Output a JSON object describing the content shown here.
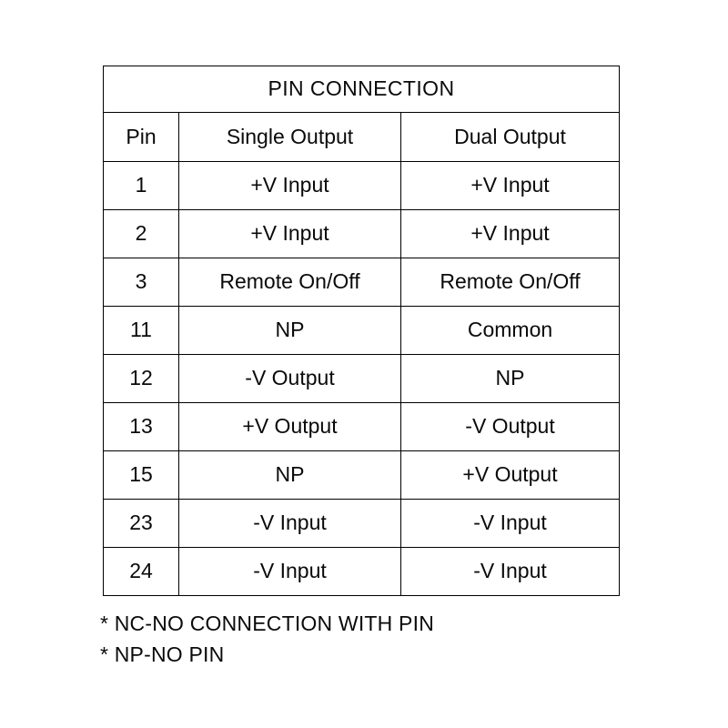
{
  "table": {
    "title": "PIN CONNECTION",
    "columns": [
      "Pin",
      "Single Output",
      "Dual Output"
    ],
    "rows": [
      {
        "pin": "1",
        "single": "+V Input",
        "dual": "+V Input"
      },
      {
        "pin": "2",
        "single": "+V Input",
        "dual": "+V Input"
      },
      {
        "pin": "3",
        "single": "Remote On/Off",
        "dual": "Remote On/Off"
      },
      {
        "pin": "11",
        "single": "NP",
        "dual": "Common"
      },
      {
        "pin": "12",
        "single": "-V Output",
        "dual": "NP"
      },
      {
        "pin": "13",
        "single": "+V Output",
        "dual": "-V Output"
      },
      {
        "pin": "15",
        "single": "NP",
        "dual": "+V Output"
      },
      {
        "pin": "23",
        "single": "-V Input",
        "dual": "-V Input"
      },
      {
        "pin": "24",
        "single": "-V Input",
        "dual": "-V Input"
      }
    ]
  },
  "notes": [
    "* NC-NO CONNECTION WITH PIN",
    "* NP-NO PIN"
  ],
  "colors": {
    "background": "#ffffff",
    "text": "#0a0a0a",
    "border": "#000000"
  }
}
